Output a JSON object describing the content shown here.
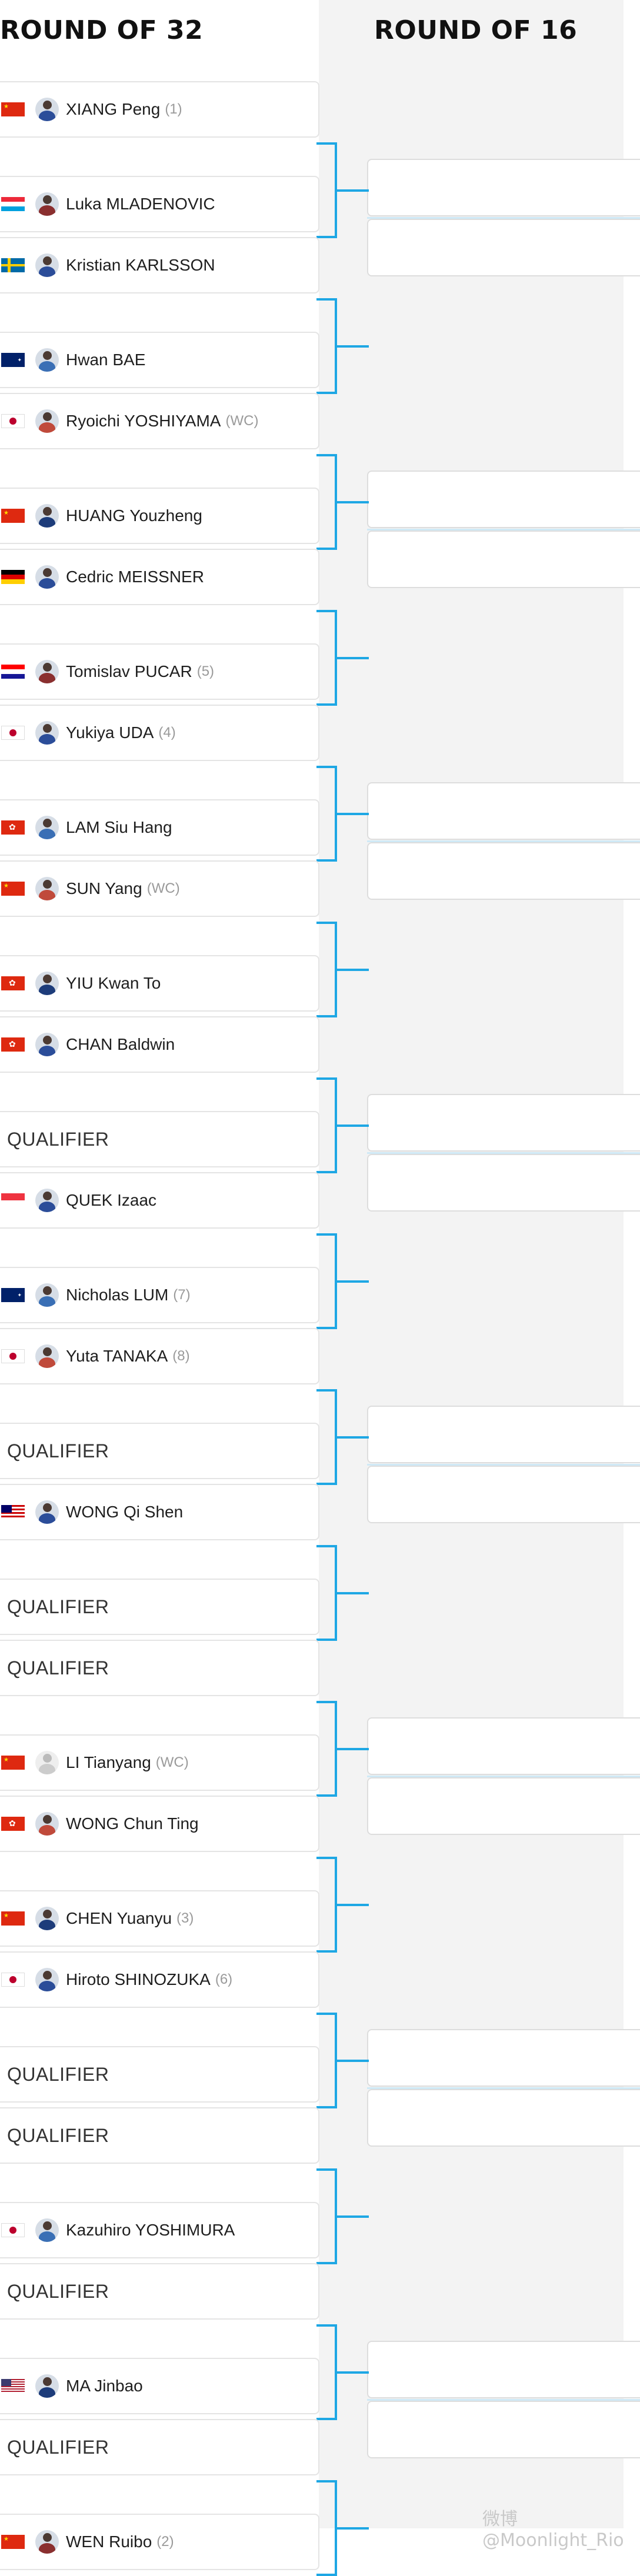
{
  "headers": {
    "round_of_32": "ROUND OF 32",
    "round_of_16": "ROUND OF 16"
  },
  "matches": [
    {
      "players": [
        {
          "name": "XIANG Peng",
          "seed": "(1)",
          "flag": "china",
          "avatar": "player-avatar"
        },
        {
          "name": "Luka MLADENOVIC",
          "seed": "",
          "flag": "luxembourg",
          "avatar": "player-avatar"
        }
      ]
    },
    {
      "players": [
        {
          "name": "Kristian KARLSSON",
          "seed": "",
          "flag": "sweden",
          "avatar": "player-avatar"
        },
        {
          "name": "Hwan BAE",
          "seed": "",
          "flag": "australia",
          "avatar": "player-avatar"
        }
      ]
    },
    {
      "players": [
        {
          "name": "Ryoichi YOSHIYAMA",
          "seed": "(WC)",
          "flag": "japan",
          "avatar": "player-avatar"
        },
        {
          "name": "HUANG Youzheng",
          "seed": "",
          "flag": "china",
          "avatar": "player-avatar"
        }
      ]
    },
    {
      "players": [
        {
          "name": "Cedric MEISSNER",
          "seed": "",
          "flag": "germany",
          "avatar": "player-avatar"
        },
        {
          "name": "Tomislav PUCAR",
          "seed": "(5)",
          "flag": "croatia",
          "avatar": "player-avatar"
        }
      ]
    },
    {
      "players": [
        {
          "name": "Yukiya UDA",
          "seed": "(4)",
          "flag": "japan",
          "avatar": "player-avatar"
        },
        {
          "name": "LAM Siu Hang",
          "seed": "",
          "flag": "hong-kong",
          "avatar": "player-avatar"
        }
      ]
    },
    {
      "players": [
        {
          "name": "SUN Yang",
          "seed": "(WC)",
          "flag": "china",
          "avatar": "player-avatar"
        },
        {
          "name": "YIU Kwan To",
          "seed": "",
          "flag": "hong-kong",
          "avatar": "player-avatar"
        }
      ]
    },
    {
      "players": [
        {
          "name": "CHAN Baldwin",
          "seed": "",
          "flag": "hong-kong",
          "avatar": "player-avatar"
        },
        {
          "name": "QUALIFIER",
          "qualifier": true
        }
      ]
    },
    {
      "players": [
        {
          "name": "QUEK Izaac",
          "seed": "",
          "flag": "singapore",
          "avatar": "player-avatar"
        },
        {
          "name": "Nicholas LUM",
          "seed": "(7)",
          "flag": "australia",
          "avatar": "player-avatar"
        }
      ]
    },
    {
      "players": [
        {
          "name": "Yuta TANAKA",
          "seed": "(8)",
          "flag": "japan",
          "avatar": "player-avatar"
        },
        {
          "name": "QUALIFIER",
          "qualifier": true
        }
      ]
    },
    {
      "players": [
        {
          "name": "WONG Qi Shen",
          "seed": "",
          "flag": "malaysia",
          "avatar": "player-avatar"
        },
        {
          "name": "QUALIFIER",
          "qualifier": true
        }
      ]
    },
    {
      "players": [
        {
          "name": "QUALIFIER",
          "qualifier": true
        },
        {
          "name": "LI Tianyang",
          "seed": "(WC)",
          "flag": "china",
          "avatar": "placeholder-avatar"
        }
      ]
    },
    {
      "players": [
        {
          "name": "WONG Chun Ting",
          "seed": "",
          "flag": "hong-kong",
          "avatar": "player-avatar"
        },
        {
          "name": "CHEN Yuanyu",
          "seed": "(3)",
          "flag": "china",
          "avatar": "player-avatar"
        }
      ]
    },
    {
      "players": [
        {
          "name": "Hiroto SHINOZUKA",
          "seed": "(6)",
          "flag": "japan",
          "avatar": "player-avatar"
        },
        {
          "name": "QUALIFIER",
          "qualifier": true
        }
      ]
    },
    {
      "players": [
        {
          "name": "QUALIFIER",
          "qualifier": true
        },
        {
          "name": "Kazuhiro YOSHIMURA",
          "seed": "",
          "flag": "japan",
          "avatar": "player-avatar"
        }
      ]
    },
    {
      "players": [
        {
          "name": "QUALIFIER",
          "qualifier": true
        },
        {
          "name": "MA Jinbao",
          "seed": "",
          "flag": "usa",
          "avatar": "player-avatar"
        }
      ]
    },
    {
      "players": [
        {
          "name": "QUALIFIER",
          "qualifier": true
        },
        {
          "name": "WEN Ruibo",
          "seed": "(2)",
          "flag": "china",
          "avatar": "player-avatar"
        }
      ]
    }
  ],
  "watermark": "微博 @Moonlight_Rio",
  "colors": {
    "connector": "#1ea7e4",
    "card_border": "#e4e4e4",
    "r16_background": "#f3f3f3"
  }
}
